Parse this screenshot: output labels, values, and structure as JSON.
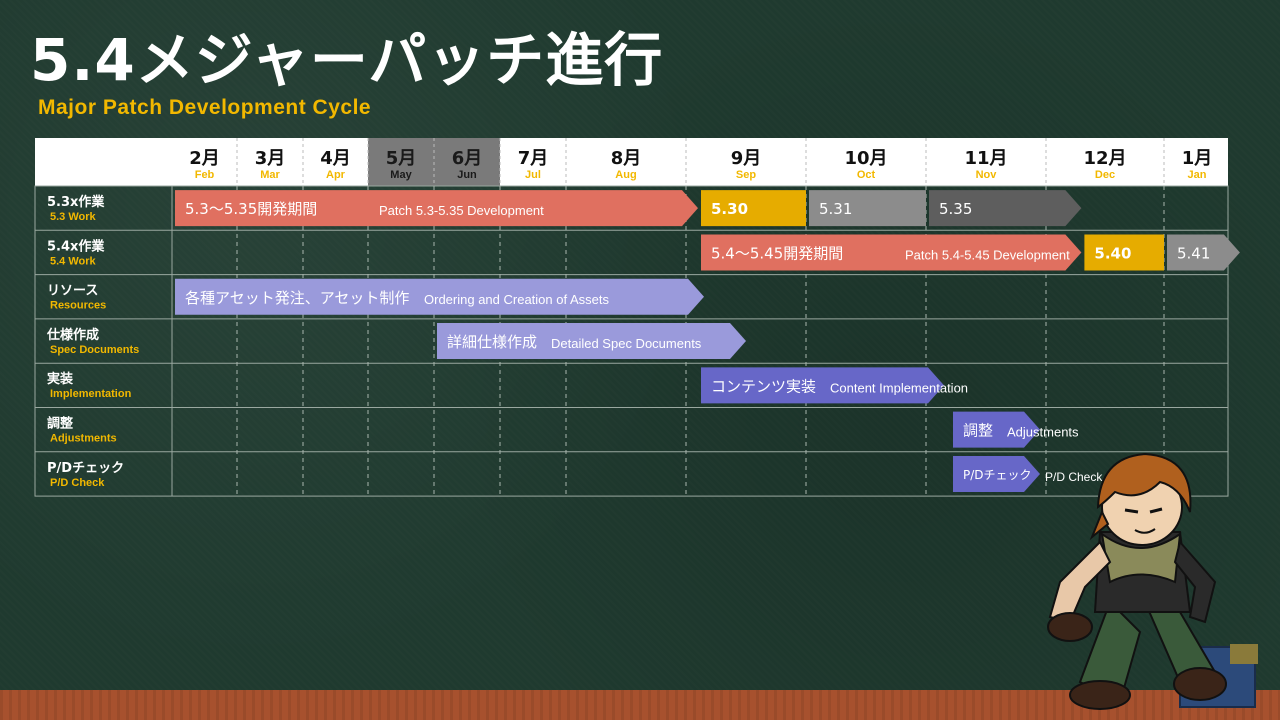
{
  "header": {
    "title": "5.4メジャーパッチ進行",
    "subtitle": "Major Patch Development Cycle"
  },
  "colors": {
    "salmon": "#e07060",
    "gold": "#e6ac00",
    "gray": "#8c8c8c",
    "darkgray": "#5e5e5e",
    "purple": "#6767c8",
    "lavender": "#9a9adb",
    "accent_text": "#f2b800",
    "highlight_header": "#7a7a7a"
  },
  "chart_data": {
    "type": "gantt",
    "months": [
      {
        "jp": "2月",
        "en": "Feb",
        "highlight": false
      },
      {
        "jp": "3月",
        "en": "Mar",
        "highlight": false
      },
      {
        "jp": "4月",
        "en": "Apr",
        "highlight": false
      },
      {
        "jp": "5月",
        "en": "May",
        "highlight": true
      },
      {
        "jp": "6月",
        "en": "Jun",
        "highlight": true
      },
      {
        "jp": "7月",
        "en": "Jul",
        "highlight": false
      },
      {
        "jp": "8月",
        "en": "Aug",
        "highlight": false
      },
      {
        "jp": "9月",
        "en": "Sep",
        "highlight": false
      },
      {
        "jp": "10月",
        "en": "Oct",
        "highlight": false
      },
      {
        "jp": "11月",
        "en": "Nov",
        "highlight": false
      },
      {
        "jp": "12月",
        "en": "Dec",
        "highlight": false
      },
      {
        "jp": "1月",
        "en": "Jan",
        "highlight": false
      }
    ],
    "rows": [
      {
        "jp": "5.3x作業",
        "en": "5.3 Work"
      },
      {
        "jp": "5.4x作業",
        "en": "5.4 Work"
      },
      {
        "jp": "リソース",
        "en": "Resources"
      },
      {
        "jp": "仕様作成",
        "en": "Spec Documents"
      },
      {
        "jp": "実装",
        "en": "Implementation"
      },
      {
        "jp": "調整",
        "en": "Adjustments"
      },
      {
        "jp": "P/Dチェック",
        "en": "P/D Check"
      }
    ],
    "bars": [
      {
        "row": 0,
        "start": 0.0,
        "end": 7.1,
        "color": "salmon",
        "label_jp": "5.3～5.35開発期間",
        "label_en": "Patch 5.3-5.35 Development",
        "arrow": true
      },
      {
        "row": 0,
        "start": 7.1,
        "end": 8.0,
        "color": "gold",
        "label_jp": "5.30",
        "label_en": "",
        "arrow": false,
        "bold": true
      },
      {
        "row": 0,
        "start": 8.0,
        "end": 9.0,
        "color": "gray",
        "label_jp": "5.31",
        "label_en": "",
        "arrow": false
      },
      {
        "row": 0,
        "start": 9.0,
        "end": 10.3,
        "color": "darkgray",
        "label_jp": "5.35",
        "label_en": "",
        "arrow": true
      },
      {
        "row": 1,
        "start": 7.1,
        "end": 10.3,
        "color": "salmon",
        "label_jp": "5.4～5.45開発期間",
        "label_en": "Patch 5.4-5.45 Development",
        "arrow": true
      },
      {
        "row": 1,
        "start": 10.3,
        "end": 11.0,
        "color": "gold",
        "label_jp": "5.40",
        "label_en": "",
        "arrow": false,
        "bold": true
      },
      {
        "row": 1,
        "start": 11.0,
        "end": 12.15,
        "color": "gray",
        "label_jp": "5.41",
        "label_en": "",
        "arrow": true
      },
      {
        "row": 2,
        "start": 0.0,
        "end": 7.15,
        "color": "lavender",
        "label_jp": "各種アセット発注、アセット制作",
        "label_en": "Ordering and Creation of Assets",
        "arrow": true
      },
      {
        "row": 3,
        "start": 4.0,
        "end": 7.5,
        "color": "lavender",
        "label_jp": "詳細仕様作成",
        "label_en": "Detailed Spec Documents",
        "arrow": true
      },
      {
        "row": 4,
        "start": 7.1,
        "end": 9.15,
        "color": "purple",
        "label_jp": "コンテンツ実装",
        "label_en": "Content Implementation",
        "arrow": true
      },
      {
        "row": 5,
        "start": 9.2,
        "end": 9.95,
        "color": "purple",
        "label_jp": "調整",
        "label_en": "Adjustments",
        "arrow": true
      },
      {
        "row": 6,
        "start": 9.2,
        "end": 9.95,
        "color": "purple",
        "label_jp": "P/Dチェック",
        "label_en": "P/D Check",
        "arrow": true,
        "small": true
      }
    ]
  }
}
